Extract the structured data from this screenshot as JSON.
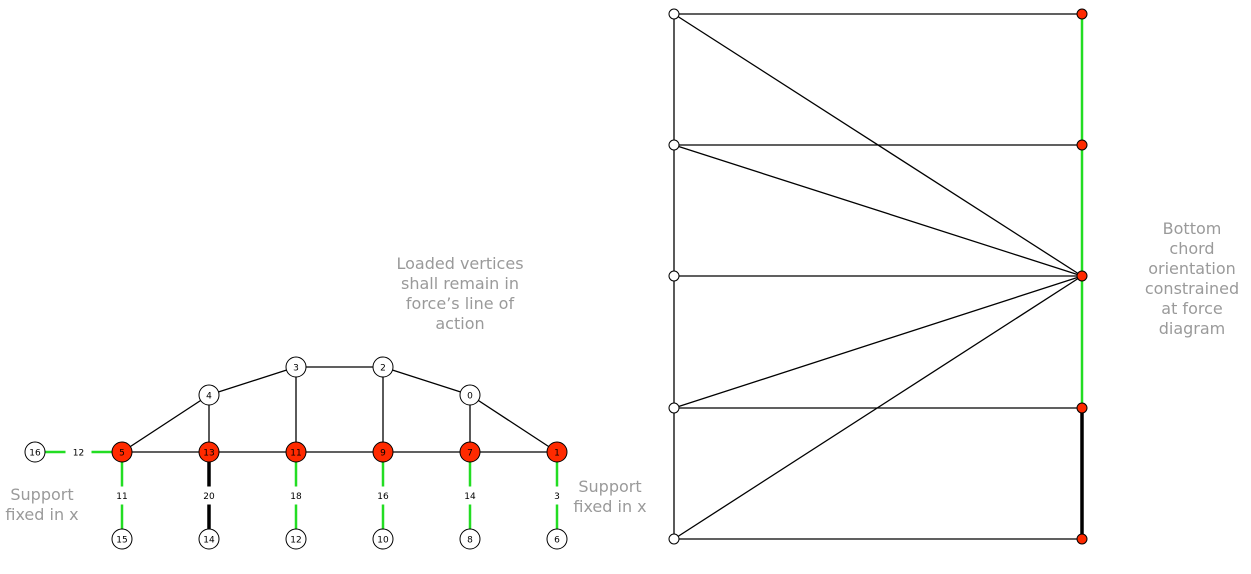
{
  "form_diagram": {
    "vertices": [
      {
        "label": "16",
        "loaded": false
      },
      {
        "label": "5",
        "loaded": true
      },
      {
        "label": "13",
        "loaded": true
      },
      {
        "label": "11",
        "loaded": true
      },
      {
        "label": "9",
        "loaded": true
      },
      {
        "label": "7",
        "loaded": true
      },
      {
        "label": "1",
        "loaded": true
      },
      {
        "label": "4",
        "loaded": false
      },
      {
        "label": "3",
        "loaded": false
      },
      {
        "label": "2",
        "loaded": false
      },
      {
        "label": "0",
        "loaded": false
      },
      {
        "label": "15",
        "loaded": false
      },
      {
        "label": "14",
        "loaded": false
      },
      {
        "label": "12",
        "loaded": false
      },
      {
        "label": "10",
        "loaded": false
      },
      {
        "label": "8",
        "loaded": false
      },
      {
        "label": "6",
        "loaded": false
      }
    ],
    "edges": [
      {
        "from": "16",
        "to": "5",
        "label": "12",
        "style": "green"
      },
      {
        "from": "5",
        "to": "15",
        "label": "11",
        "style": "green"
      },
      {
        "from": "13",
        "to": "14",
        "label": "20",
        "style": "black-thick"
      },
      {
        "from": "11",
        "to": "12",
        "label": "18",
        "style": "green"
      },
      {
        "from": "9",
        "to": "10",
        "label": "16",
        "style": "green"
      },
      {
        "from": "7",
        "to": "8",
        "label": "14",
        "style": "green"
      },
      {
        "from": "1",
        "to": "6",
        "label": "3",
        "style": "green"
      },
      {
        "from": "5",
        "to": "13",
        "style": "black"
      },
      {
        "from": "13",
        "to": "11",
        "style": "black"
      },
      {
        "from": "11",
        "to": "9",
        "style": "black"
      },
      {
        "from": "9",
        "to": "7",
        "style": "black"
      },
      {
        "from": "7",
        "to": "1",
        "style": "black"
      },
      {
        "from": "5",
        "to": "4",
        "style": "black"
      },
      {
        "from": "4",
        "to": "3",
        "style": "black"
      },
      {
        "from": "3",
        "to": "2",
        "style": "black"
      },
      {
        "from": "2",
        "to": "0",
        "style": "black"
      },
      {
        "from": "0",
        "to": "1",
        "style": "black"
      },
      {
        "from": "4",
        "to": "13",
        "style": "black"
      },
      {
        "from": "3",
        "to": "11",
        "style": "black"
      },
      {
        "from": "2",
        "to": "9",
        "style": "black"
      },
      {
        "from": "0",
        "to": "7",
        "style": "black"
      }
    ]
  },
  "force_diagram": {
    "left_vertices": 5,
    "right_vertices_loaded": true,
    "edges": [
      {
        "from": "L0",
        "to": "R0",
        "style": "black"
      },
      {
        "from": "L1",
        "to": "R1",
        "style": "black"
      },
      {
        "from": "L2",
        "to": "R2",
        "style": "black"
      },
      {
        "from": "L3",
        "to": "R3",
        "style": "black"
      },
      {
        "from": "L4",
        "to": "R4",
        "style": "black"
      },
      {
        "from": "L0",
        "to": "L1",
        "style": "black"
      },
      {
        "from": "L1",
        "to": "L2",
        "style": "black"
      },
      {
        "from": "L2",
        "to": "L3",
        "style": "black"
      },
      {
        "from": "L3",
        "to": "L4",
        "style": "black"
      },
      {
        "from": "L0",
        "to": "R2",
        "style": "black"
      },
      {
        "from": "L1",
        "to": "R2",
        "style": "black"
      },
      {
        "from": "L3",
        "to": "R2",
        "style": "black"
      },
      {
        "from": "L4",
        "to": "R2",
        "style": "black"
      },
      {
        "from": "R0",
        "to": "R1",
        "style": "green"
      },
      {
        "from": "R1",
        "to": "R2",
        "style": "green"
      },
      {
        "from": "R2",
        "to": "R3",
        "style": "green"
      },
      {
        "from": "R3",
        "to": "R4",
        "style": "black-thick"
      }
    ]
  },
  "annotations": {
    "loaded": [
      "Loaded vertices",
      "shall remain in",
      "force’s line of",
      "action"
    ],
    "support_left": [
      "Support",
      "fixed in x"
    ],
    "support_right": [
      "Support",
      "fixed in x"
    ],
    "bottom_chord": [
      "Bottom",
      "chord",
      "orientation",
      "constrained",
      "at force",
      "diagram"
    ]
  },
  "colors": {
    "loaded_fill": "#ff2a00",
    "free_fill": "#ffffff",
    "constrained_edge": "#22dd22",
    "edge": "#000000",
    "annotation_text": "#9a9a9a"
  }
}
